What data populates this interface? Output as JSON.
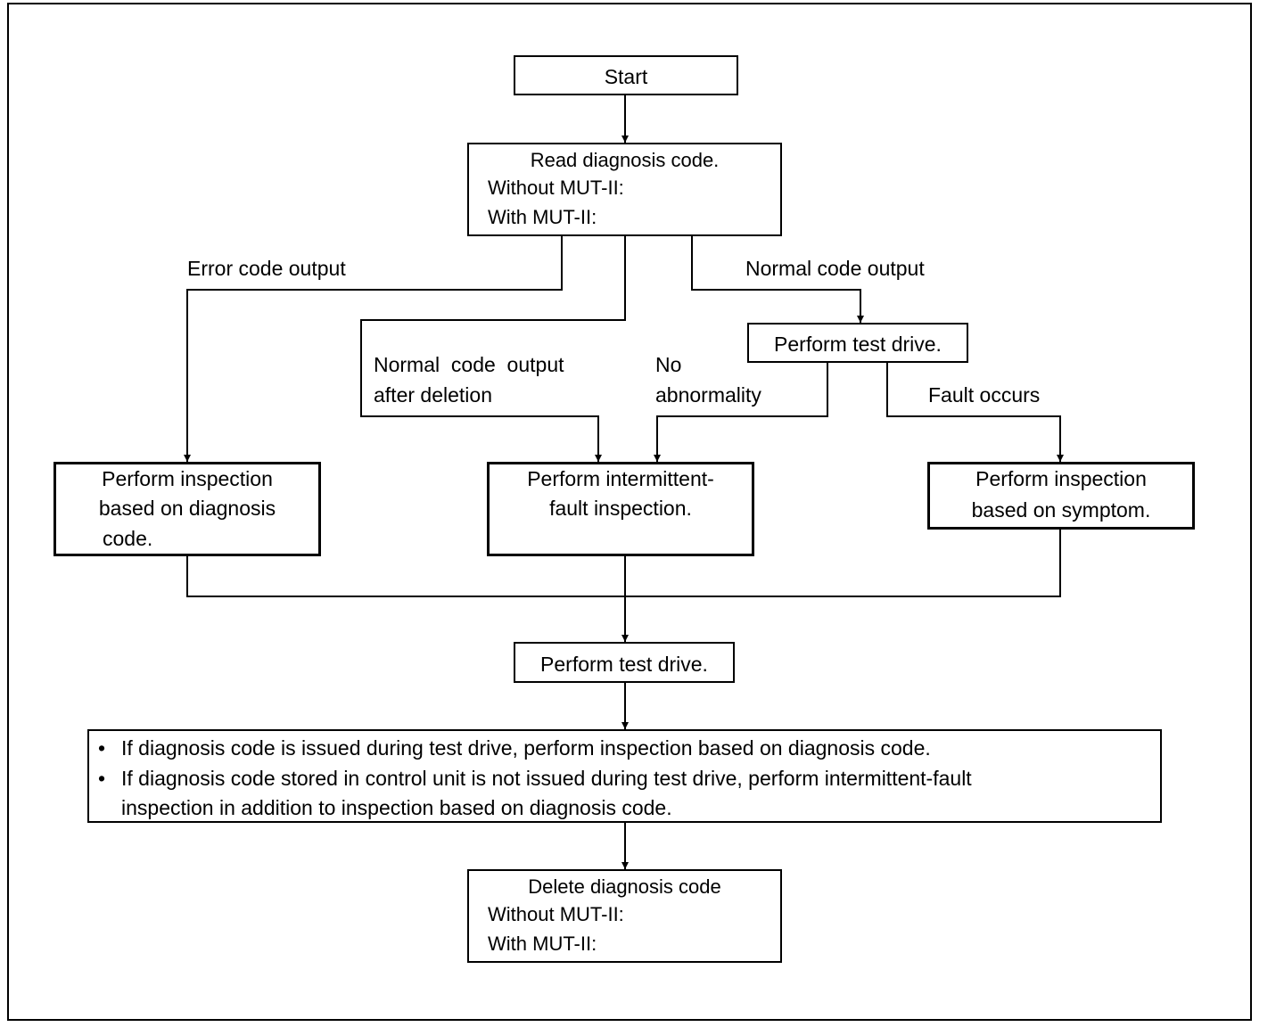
{
  "nodes": {
    "start": {
      "label": "Start"
    },
    "read_code": {
      "title": "Read diagnosis code.",
      "line1": "Without MUT-II:",
      "line2": "With MUT-II:"
    },
    "test_drive_1": {
      "label": "Perform test drive."
    },
    "inspect_code": {
      "line1": "Perform inspection",
      "line2": "based on diagnosis",
      "line3": "code."
    },
    "inspect_intermittent": {
      "line1": "Perform intermittent-",
      "line2": "fault inspection."
    },
    "inspect_symptom": {
      "line1": "Perform inspection",
      "line2": "based on symptom."
    },
    "test_drive_2": {
      "label": "Perform test drive."
    },
    "instructions": {
      "bullet": "•",
      "item1": "If diagnosis code is issued during test drive, perform inspection based on diagnosis code.",
      "item2_line1": "If diagnosis code stored in control unit is not issued during test drive, perform intermittent-fault",
      "item2_line2": "inspection in addition to inspection based on diagnosis code."
    },
    "delete_code": {
      "title": "Delete diagnosis code",
      "line1": "Without MUT-II:",
      "line2": "With MUT-II:"
    }
  },
  "edge_labels": {
    "error_code_output": "Error code output",
    "normal_code_output": "Normal code output",
    "normal_after_deletion_1": "Normal  code  output",
    "normal_after_deletion_2": "after deletion",
    "no_abnormality_1": "No",
    "no_abnormality_2": "abnormality",
    "fault_occurs": "Fault occurs"
  }
}
